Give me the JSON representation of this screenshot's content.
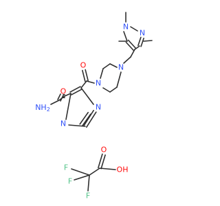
{
  "colors": {
    "bond": "#2f2f2f",
    "nitrogen": "#3050f8",
    "oxygen": "#ff0d0d",
    "fluorine": "#55c48a",
    "background": "#ffffff"
  },
  "atom_labels": {
    "pyrazole_n1": "N",
    "pyrazole_n2": "N",
    "piperazine_n_top": "N",
    "piperazine_n_bottom": "N",
    "carbonyl_o": "O",
    "amide_o": "O",
    "amide_nh2": "NH",
    "amide_nh2_sub": "2",
    "pyrazine_n_top": "N",
    "pyrazine_n_bottom": "N",
    "tfa_o_double": "O",
    "tfa_oh": "OH",
    "tfa_f1": "F",
    "tfa_f2": "F",
    "tfa_f3": "F"
  }
}
